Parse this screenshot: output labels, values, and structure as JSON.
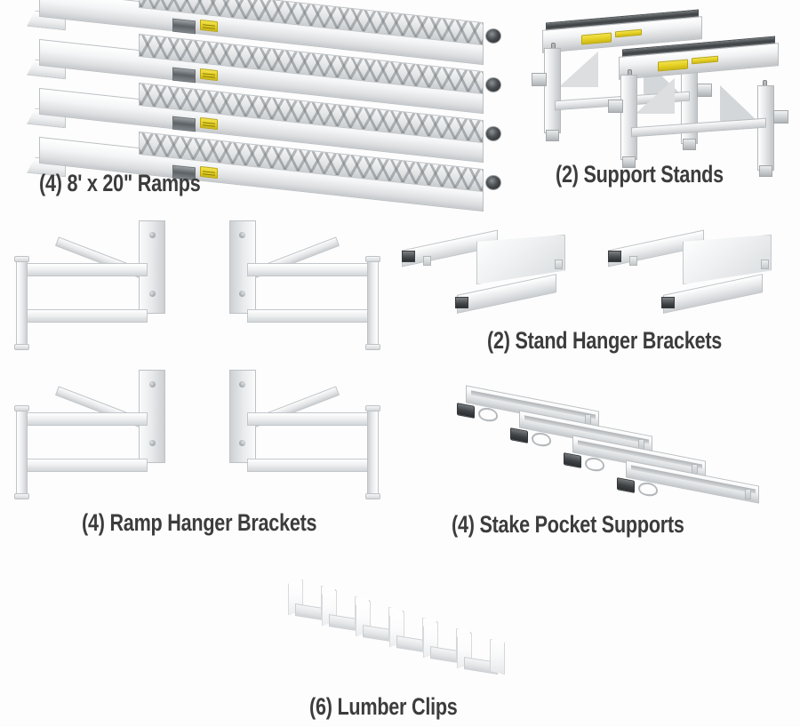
{
  "page": {
    "background_color": "#fdfdfd",
    "caption_color": "#3c3c3c",
    "accent_label_color": "#e3cf22",
    "metal_color": "#d8dadc"
  },
  "items": [
    {
      "id": "ramps",
      "quantity": 4,
      "caption": "(4) 8' x 20\" Ramps",
      "icon": "ramp-icon",
      "count_rendered": 4,
      "has_yellow_labels": true
    },
    {
      "id": "support-stands",
      "quantity": 2,
      "caption": "(2) Support Stands",
      "icon": "support-stand-icon",
      "count_rendered": 2,
      "has_yellow_labels": true
    },
    {
      "id": "stand-hanger-brackets",
      "quantity": 2,
      "caption": "(2) Stand Hanger Brackets",
      "icon": "stand-hanger-bracket-icon",
      "count_rendered": 2,
      "has_yellow_labels": false
    },
    {
      "id": "ramp-hanger-brackets",
      "quantity": 4,
      "caption": "(4) Ramp Hanger Brackets",
      "icon": "ramp-hanger-bracket-icon",
      "count_rendered": 4,
      "has_yellow_labels": false
    },
    {
      "id": "stake-pocket-supports",
      "quantity": 4,
      "caption": "(4) Stake Pocket Supports",
      "icon": "stake-pocket-support-icon",
      "count_rendered": 4,
      "has_yellow_labels": false
    },
    {
      "id": "lumber-clips",
      "quantity": 6,
      "caption": "(6) Lumber Clips",
      "icon": "lumber-clip-icon",
      "count_rendered": 6,
      "has_yellow_labels": false
    }
  ]
}
